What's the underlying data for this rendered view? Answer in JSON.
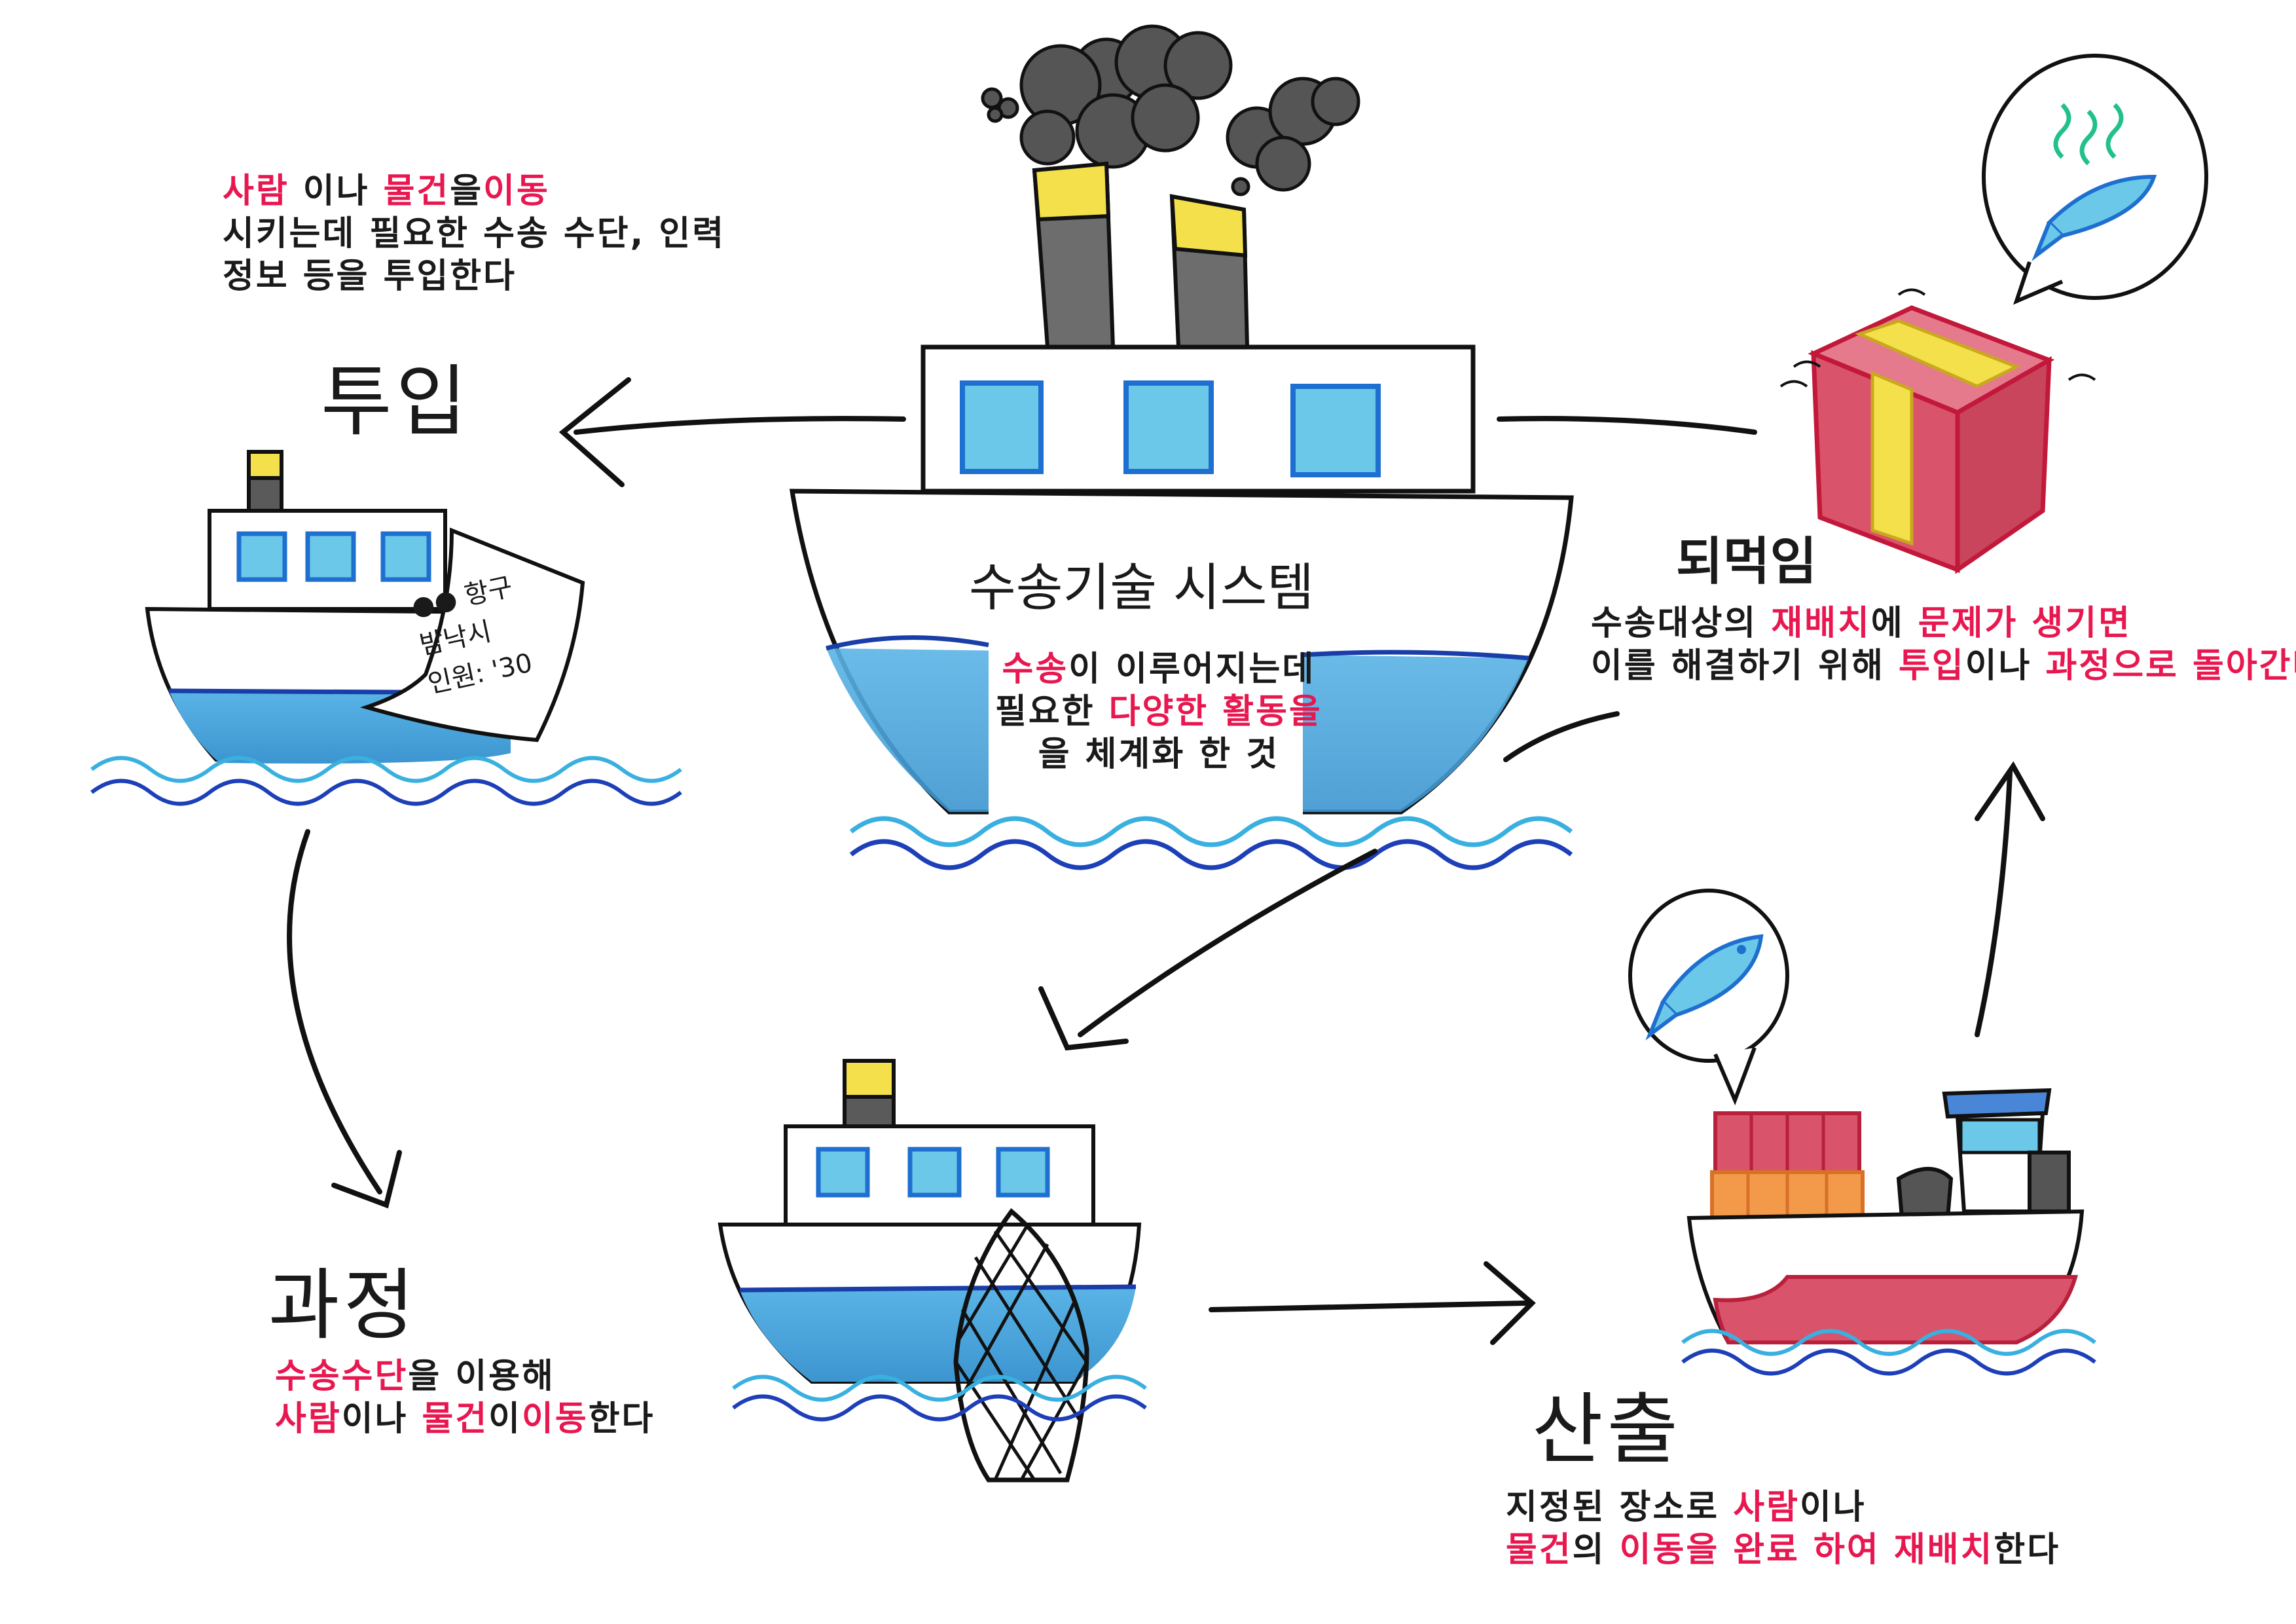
{
  "colors": {
    "accent_red": "#e8174f",
    "water_blue": "#4aa6dd",
    "window_cyan": "#6cc8e8",
    "chimney_yellow": "#f4e04a",
    "box_red": "#d9536a",
    "ink": "#1a1a1a"
  },
  "center": {
    "title": "수송기술 시스템",
    "line1": [
      {
        "t": "수송",
        "h": true
      },
      {
        "t": "이 이루어지는데",
        "h": false
      }
    ],
    "line2": [
      {
        "t": "필요한 ",
        "h": false
      },
      {
        "t": "다양한 활동을",
        "h": true
      }
    ],
    "line3": [
      {
        "t": "을 체계화 한 것",
        "h": false
      }
    ]
  },
  "input": {
    "title": "투입",
    "line1": [
      {
        "t": "사람",
        "h": true
      },
      {
        "t": " 이나 ",
        "h": false
      },
      {
        "t": "물건",
        "h": true
      },
      {
        "t": "을",
        "h": false
      },
      {
        "t": "이동",
        "h": true
      }
    ],
    "line2": [
      {
        "t": "시키는데 필요한 수송 수단, 인력",
        "h": false
      }
    ],
    "line3": [
      {
        "t": "정보 등을 투입한다",
        "h": false
      }
    ],
    "sign_text": [
      "●● 항구",
      "밤낙시",
      "인원: '30"
    ]
  },
  "feedback": {
    "title": "되먹임",
    "line1": [
      {
        "t": "수송대상의 ",
        "h": false
      },
      {
        "t": "재배치",
        "h": true
      },
      {
        "t": "에 ",
        "h": false
      },
      {
        "t": "문제가 생기면",
        "h": true
      }
    ],
    "line2": [
      {
        "t": "이를 해결하기 위해 ",
        "h": false
      },
      {
        "t": "투입",
        "h": true
      },
      {
        "t": "이나 ",
        "h": false
      },
      {
        "t": "과정으로 돌아간다",
        "h": true
      }
    ]
  },
  "process": {
    "title": "과정",
    "line1": [
      {
        "t": "수송수단",
        "h": true
      },
      {
        "t": "을 이용해",
        "h": false
      }
    ],
    "line2": [
      {
        "t": "사람",
        "h": true
      },
      {
        "t": "이나 ",
        "h": false
      },
      {
        "t": "물건",
        "h": true
      },
      {
        "t": "이",
        "h": false
      },
      {
        "t": "이동",
        "h": true
      },
      {
        "t": "한다",
        "h": false
      }
    ]
  },
  "output": {
    "title": "산출",
    "line1": [
      {
        "t": "지정된 장소로 ",
        "h": false
      },
      {
        "t": "사람",
        "h": true
      },
      {
        "t": "이나",
        "h": false
      }
    ],
    "line2": [
      {
        "t": "물건",
        "h": true
      },
      {
        "t": "의 ",
        "h": false
      },
      {
        "t": "이동을 완료 하여 재배치",
        "h": true
      },
      {
        "t": "한다",
        "h": false
      }
    ]
  }
}
